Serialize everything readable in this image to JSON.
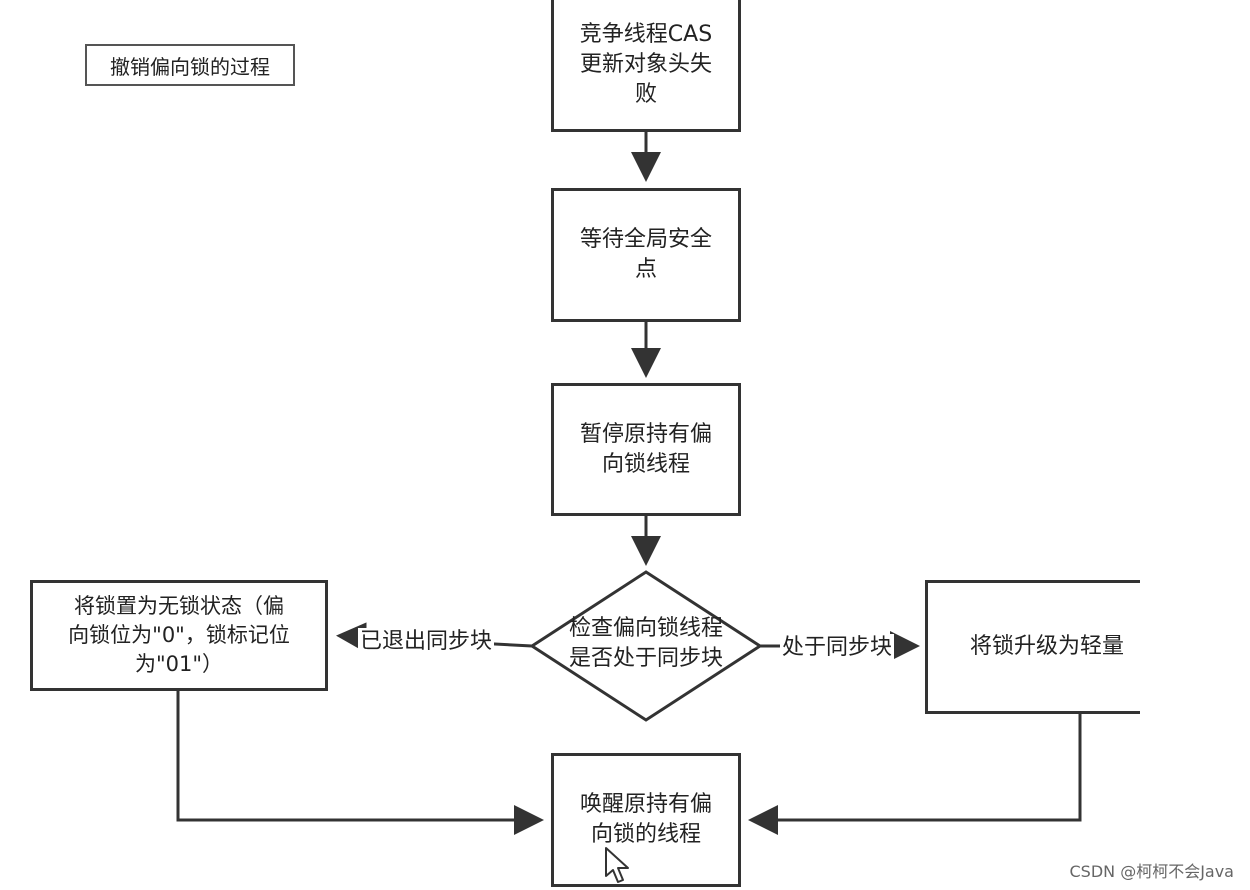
{
  "title_box": "撤销偏向锁的过程",
  "nodes": {
    "cas_fail": "竞争线程CAS\n更新对象头失\n败",
    "wait_safepoint": "等待全局安全\n点",
    "pause_thread": "暂停原持有偏\n向锁线程",
    "check_sync": "检查偏向锁线程\n是否处于同步块",
    "set_unlocked": "将锁置为无锁状态（偏\n向锁位为\"0\"，锁标记位\n为\"01\"）",
    "upgrade_light": "将锁升级为轻量",
    "wake_thread": "唤醒原持有偏\n向锁的线程"
  },
  "edge_labels": {
    "exited_sync": "已退出同步块",
    "in_sync": "处于同步块"
  },
  "watermark": "CSDN @柯柯不会Java"
}
